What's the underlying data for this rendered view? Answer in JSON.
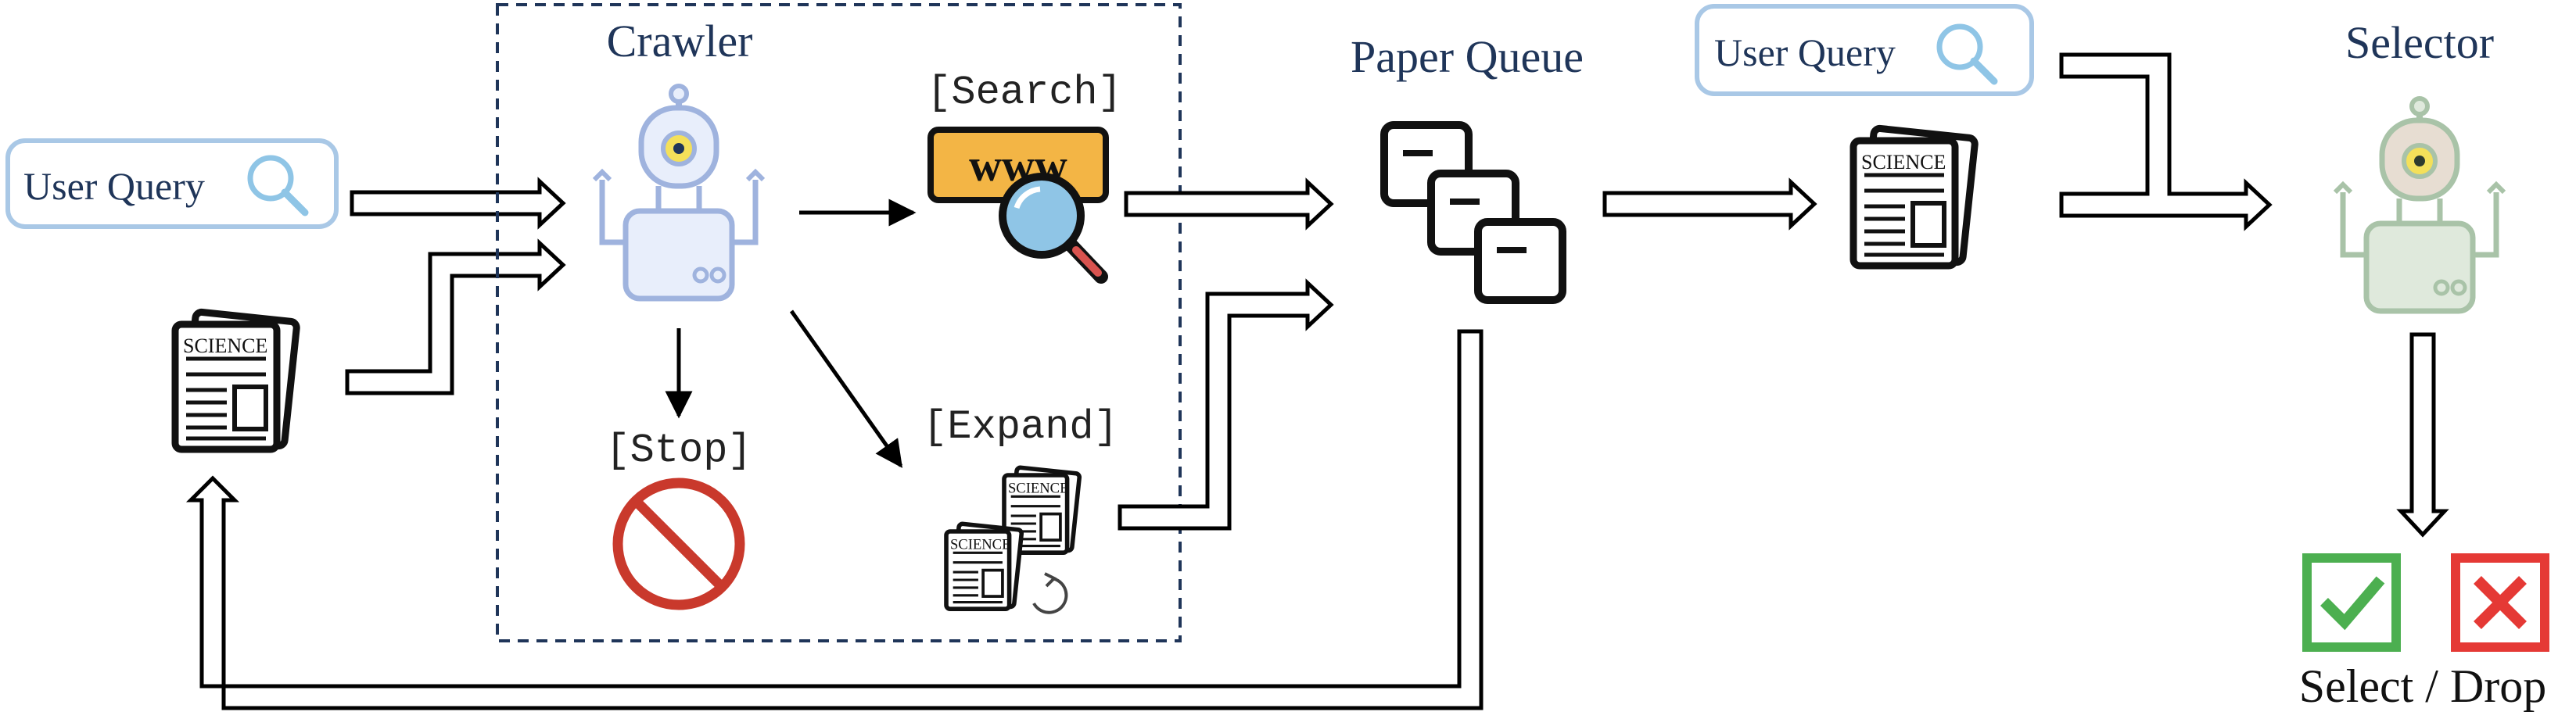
{
  "labels": {
    "crawler": "Crawler",
    "search": "[Search]",
    "stop": "[Stop]",
    "expand": "[Expand]",
    "paper_queue": "Paper Queue",
    "selector": "Selector",
    "user_query_left": "User Query",
    "user_query_right": "User Query",
    "select_drop": "Select / Drop",
    "www": "www",
    "science": "SCIENCE"
  },
  "colors": {
    "title_navy": "#1f3559",
    "query_border": "#a9c8e6",
    "robot_blue": "#9fb3de",
    "robot_blue_fill": "#e8eefb",
    "robot_green": "#a9c3a8",
    "robot_green_fill": "#dfe9dc",
    "robot_tan_fill": "#e7ddd2",
    "eye_yellow": "#f4e05a",
    "www_orange": "#f3b545",
    "magnifier_blue": "#8fc5e6",
    "handle_red": "#d9534f",
    "stop_red": "#c9392c",
    "check_green": "#4caf50",
    "cross_red": "#e53935"
  },
  "icons": {
    "search": "magnifier-icon",
    "robot": "robot-icon",
    "document": "newspaper-icon",
    "stop": "prohibited-icon",
    "check": "checkmark-icon",
    "cross": "cross-icon",
    "queue": "stacked-cards-icon",
    "web": "www-search-icon"
  }
}
